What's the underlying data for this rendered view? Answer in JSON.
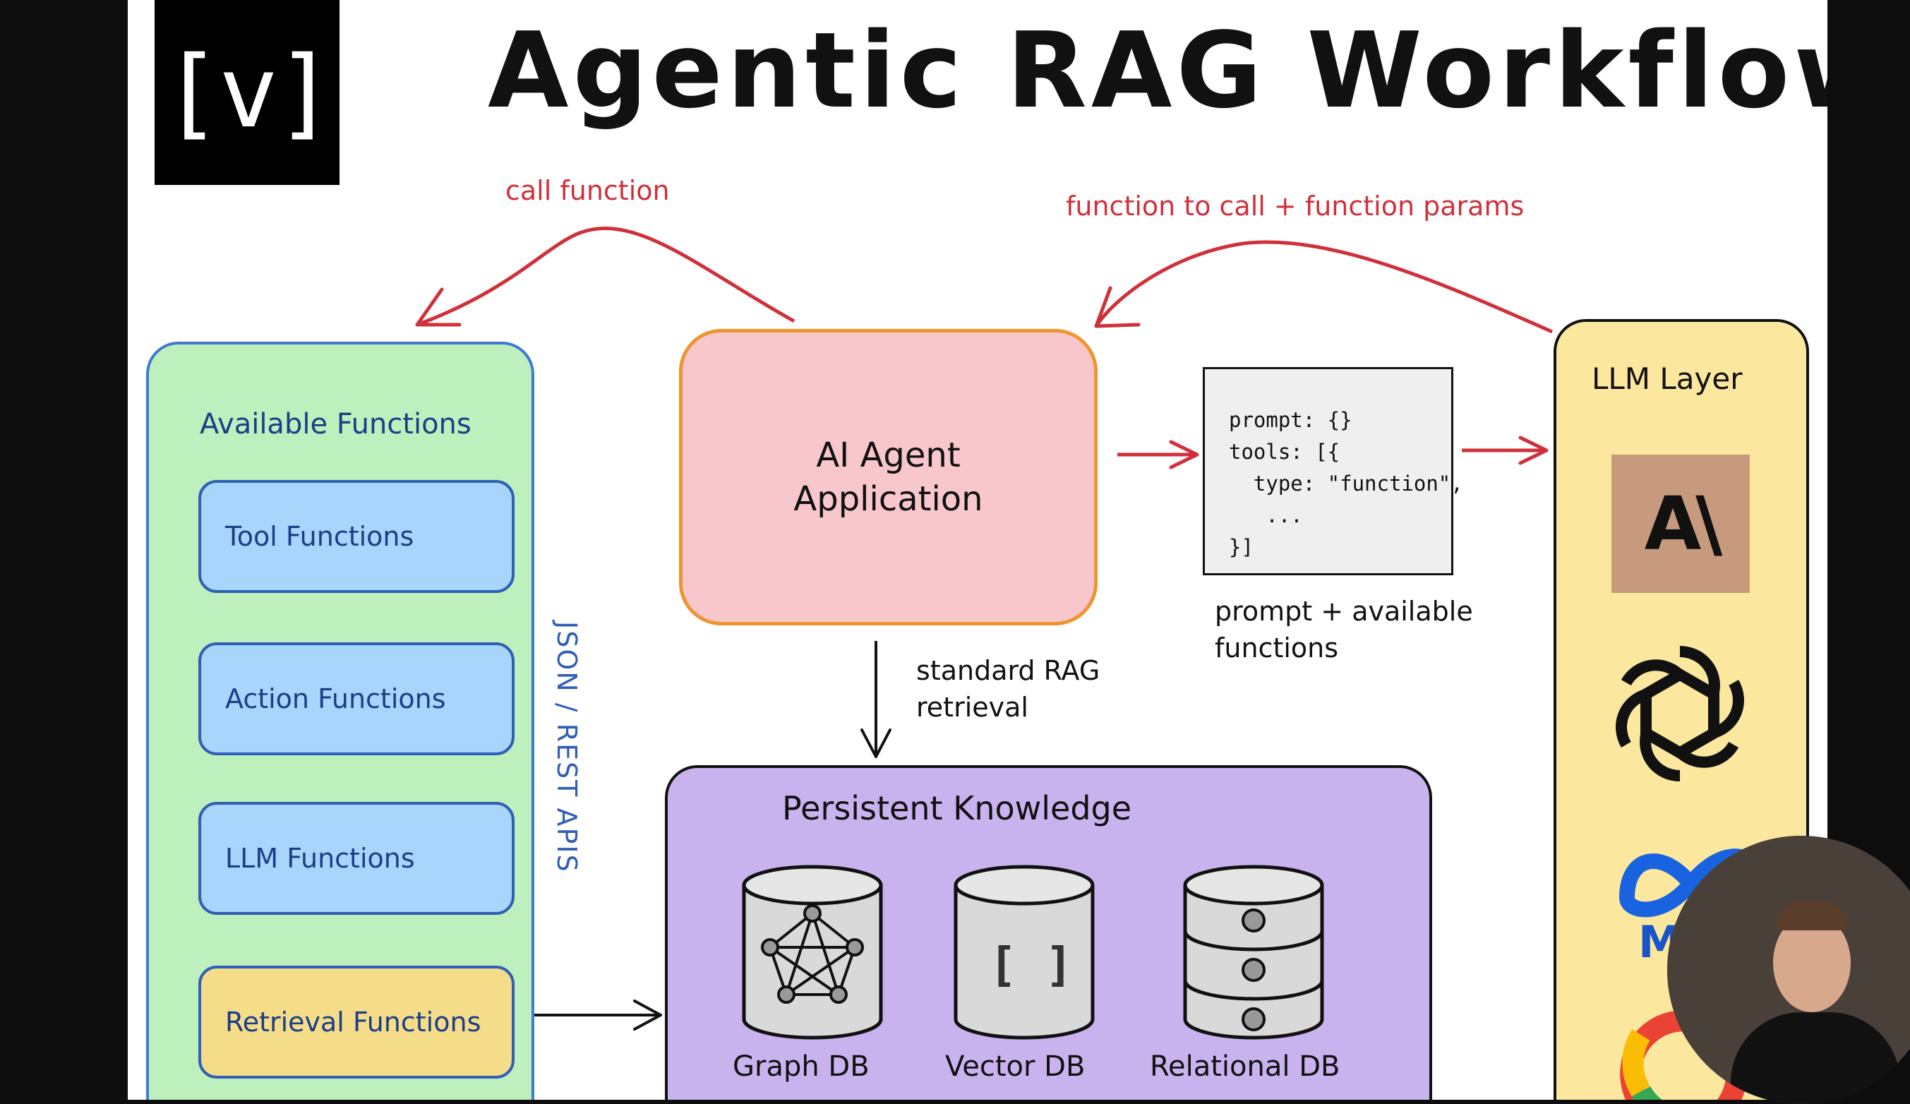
{
  "logo_text": "[v]",
  "title": "Agentic RAG Workflow",
  "edges": {
    "call_function": "call function",
    "function_to_call": "function to call + function params",
    "standard_rag_line1": "standard RAG",
    "standard_rag_line2": "retrieval",
    "prompt_line1": "prompt + available",
    "prompt_line2": "functions"
  },
  "available_functions": {
    "title": "Available Functions",
    "items": [
      {
        "label": "Tool Functions"
      },
      {
        "label": "Action Functions"
      },
      {
        "label": "LLM Functions"
      },
      {
        "label": "Retrieval Functions"
      }
    ]
  },
  "apis_label": "JSON / REST APIS",
  "agent": {
    "line1": "AI Agent",
    "line2": "Application"
  },
  "code_block": {
    "lines": [
      "prompt: {}",
      "tools: [{",
      "  type: \"function\",",
      "   ...",
      "}]"
    ]
  },
  "llm_layer": {
    "title": "LLM Layer",
    "anthropic_text": "A\\",
    "meta_text": "Me"
  },
  "knowledge": {
    "title": "Persistent Knowledge",
    "vector_glyph": "[ ]",
    "databases": [
      {
        "label": "Graph DB"
      },
      {
        "label": "Vector DB"
      },
      {
        "label": "Relational DB"
      }
    ]
  },
  "colors": {
    "arrow_red": "#d0303a",
    "green_panel": "#bdf0bd",
    "blue_border": "#3f7ad1",
    "agent_fill": "#f8c7cc",
    "agent_border": "#ef9530",
    "purple_panel": "#c9b3ef",
    "yellow_panel": "#fbe89e",
    "function_box": "#a7d5fb",
    "retrieval_box": "#f4dc88"
  }
}
